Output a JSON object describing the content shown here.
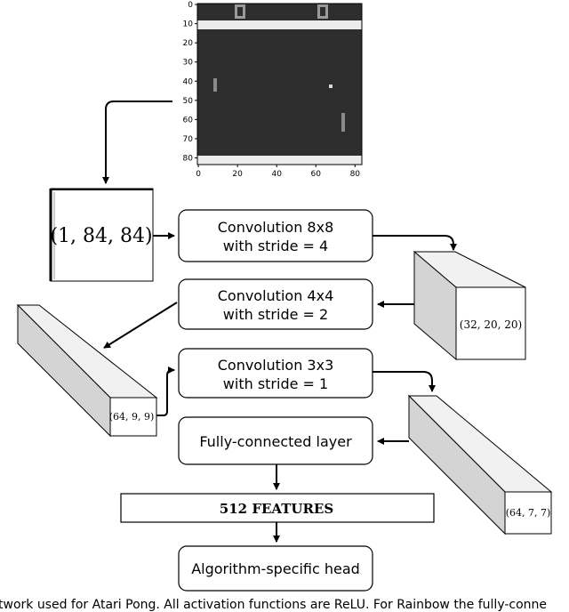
{
  "plot": {
    "y_ticks": [
      "0",
      "10",
      "20",
      "30",
      "40",
      "50",
      "60",
      "70",
      "80"
    ],
    "x_ticks": [
      "0",
      "20",
      "40",
      "60",
      "80"
    ]
  },
  "input_box": {
    "label": "(1, 84, 84)"
  },
  "conv1": {
    "line1": "Convolution 8x8",
    "line2": "with stride = 4"
  },
  "conv2": {
    "line1": "Convolution 4x4",
    "line2": "with stride = 2"
  },
  "conv3": {
    "line1": "Convolution 3x3",
    "line2": "with stride = 1"
  },
  "fc": {
    "label": "Fully-connected layer"
  },
  "features": {
    "label": "512 FEATURES"
  },
  "head": {
    "label": "Algorithm-specific head"
  },
  "tensors": {
    "t1": "(32, 20, 20)",
    "t2": "(64, 9, 9)",
    "t3": "(64, 7, 7)"
  },
  "caption": {
    "text": "twork used for Atari Pong. All activation functions are ReLU. For Rainbow the fully-conne"
  }
}
